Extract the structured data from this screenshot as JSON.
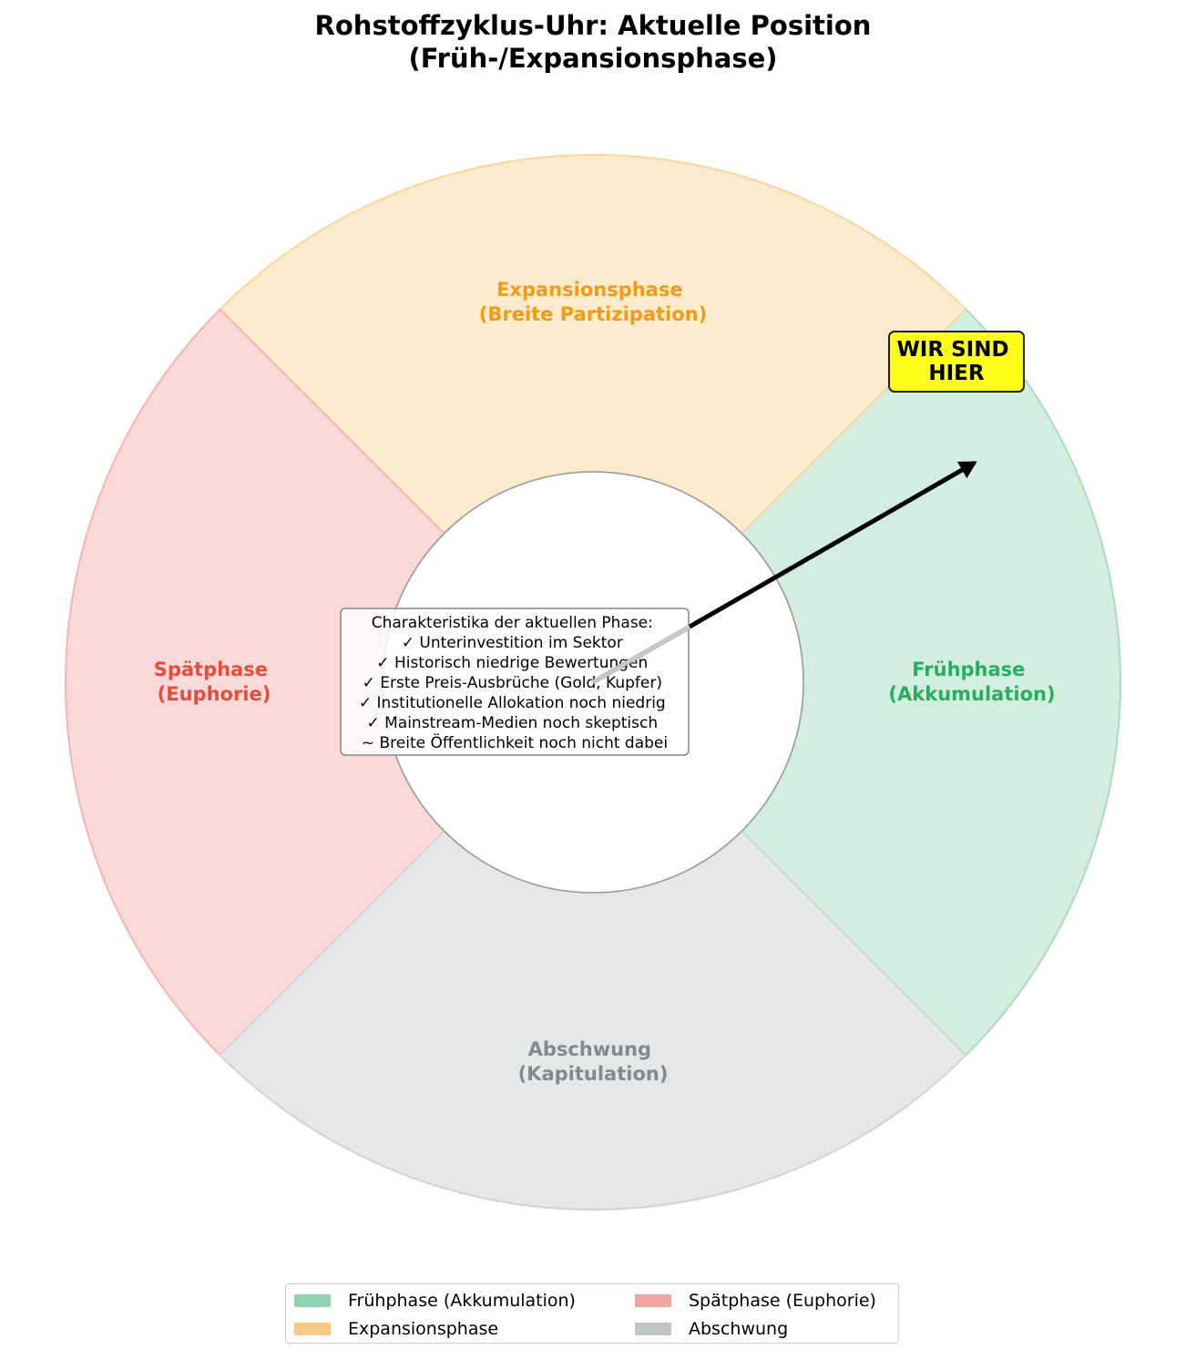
{
  "title": {
    "line1": "Rohstoffzyklus-Uhr: Aktuelle Position",
    "line2": "(Früh-/Expansionsphase)"
  },
  "segments": [
    {
      "id": "fruehphase",
      "line1": "Frühphase",
      "line2": "(Akkumulation)",
      "fill": "#d3eede",
      "stroke": "#a9dcbf",
      "label_color": "#27ae60"
    },
    {
      "id": "expansion",
      "line1": "Expansionsphase",
      "line2": "(Breite Partizipation)",
      "fill": "#fdebcd",
      "stroke": "#f8d6a0",
      "label_color": "#f39c12"
    },
    {
      "id": "spaetphase",
      "line1": "Spätphase",
      "line2": "(Euphorie)",
      "fill": "#fadad8",
      "stroke": "#f2b6b0",
      "label_color": "#e74c3c"
    },
    {
      "id": "abschwung",
      "line1": "Abschwung",
      "line2": "(Kapitulation)",
      "fill": "#e4e8e9",
      "stroke": "#cfd4d5",
      "label_color": "#7f8c8d"
    }
  ],
  "pointer": {
    "label_line1": "WIR SIND",
    "label_line2": "HIER",
    "label_fill": "#ffff1a"
  },
  "characteristics": {
    "heading": "Charakteristika der aktuellen Phase:",
    "items": [
      "✓ Unterinvestition im Sektor",
      "✓ Historisch niedrige Bewertungen",
      "✓ Erste Preis-Ausbrüche (Gold, Kupfer)",
      "✓ Institutionelle Allokation noch niedrig",
      "✓ Mainstream-Medien noch skeptisch",
      "~ Breite Öffentlichkeit noch nicht dabei"
    ]
  },
  "legend": {
    "items": [
      {
        "label": "Frühphase (Akkumulation)",
        "color": "#8fd4ae"
      },
      {
        "label": "Spätphase (Euphorie)",
        "color": "#f1a49b"
      },
      {
        "label": "Expansionsphase",
        "color": "#f8ca84"
      },
      {
        "label": "Abschwung",
        "color": "#bec6c6"
      }
    ]
  }
}
